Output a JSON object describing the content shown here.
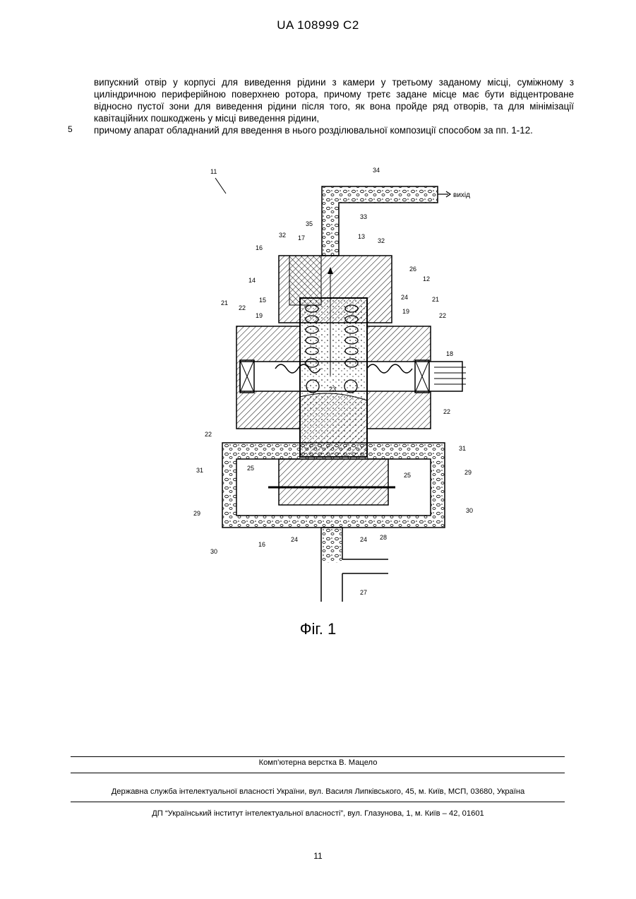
{
  "header": {
    "doc_id": "UA   108999   C2"
  },
  "body": {
    "paragraph_1": "випускний отвір у корпусі для виведення рідини з камери у третьому заданому місці, суміжному з циліндричною периферійною поверхнею ротора, причому третє задане місце має бути відцентроване відносно пустої зони для виведення рідини після того, як вона пройде ряд отворів, та для мінімізації кавітаційних пошкоджень у місці виведення рідини,",
    "paragraph_2": "причому апарат обладнаний для введення в нього розділювальної композиції способом за пп. 1-12.",
    "line_number": "5"
  },
  "figure": {
    "caption": "Фіг. 1",
    "outlet_label": "вихід",
    "labels": {
      "l11": "11",
      "l34": "34",
      "l33": "33",
      "l35": "35",
      "l32a": "32",
      "l17": "17",
      "l13": "13",
      "l32b": "32",
      "l16a": "16",
      "l26": "26",
      "l12": "12",
      "l14": "14",
      "l15": "15",
      "l24a": "24",
      "l21a": "21",
      "l22a": "22",
      "l19a": "19",
      "l21b": "21",
      "l19b": "19",
      "l22b": "22",
      "l18": "18",
      "l23": "23",
      "l22c": "22",
      "l22d": "22",
      "l31a": "31",
      "l25a": "25",
      "l25b": "25",
      "l31b": "31",
      "l29a": "29",
      "l29b": "29",
      "l30a": "30",
      "l30b": "30",
      "l16b": "16",
      "l24b": "24",
      "l24c": "24",
      "l28": "28",
      "l27": "27"
    }
  },
  "footer": {
    "layout": "Комп’ютерна верстка В. Мацело",
    "service": "Державна служба інтелектуальної власності України, вул. Василя Липківського, 45, м. Київ, МСП, 03680, Україна",
    "institute": "ДП “Український інститут інтелектуальної власності”, вул. Глазунова, 1, м. Київ – 42, 01601"
  },
  "page_number": "11"
}
